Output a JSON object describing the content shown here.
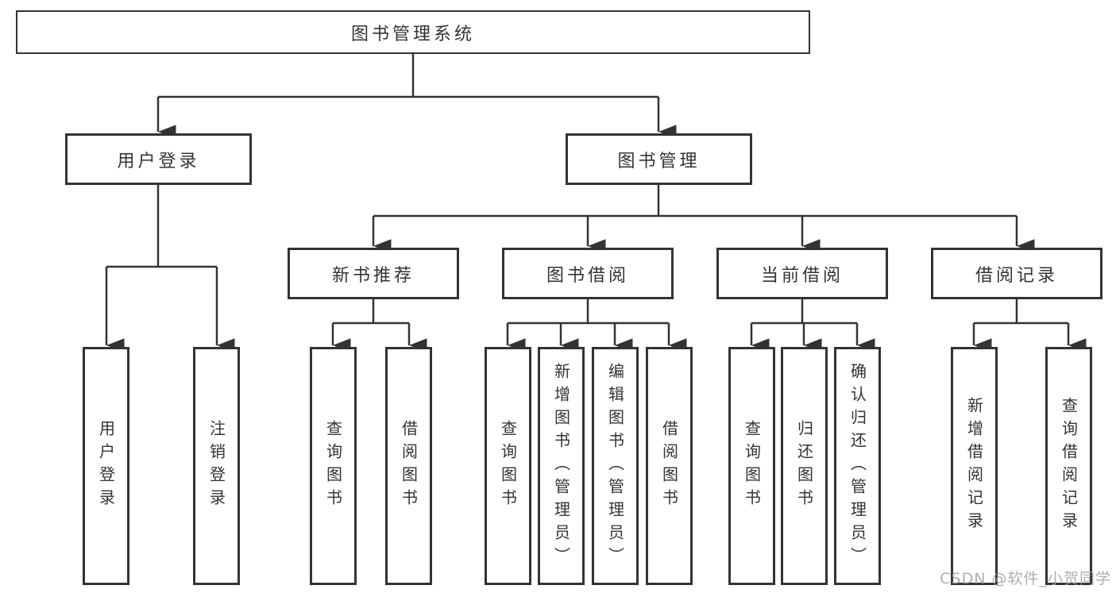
{
  "watermark": "CSDN @软件_小贺同学",
  "colors": {
    "line": "#333333",
    "box_border": "#333333",
    "box_fill": "#ffffff",
    "text": "#333333",
    "watermark": "#a2a0a0",
    "background": "#ffffff"
  },
  "diagram": {
    "type": "tree",
    "root": {
      "label": "图书管理系统",
      "children": [
        {
          "label": "用户登录",
          "children": [
            {
              "label": "用户登录"
            },
            {
              "label": "注销登录"
            }
          ]
        },
        {
          "label": "图书管理",
          "children": [
            {
              "label": "新书推荐",
              "children": [
                {
                  "label": "查询图书"
                },
                {
                  "label": "借阅图书"
                }
              ]
            },
            {
              "label": "图书借阅",
              "children": [
                {
                  "label": "查询图书"
                },
                {
                  "label": "新增图书（管理员）"
                },
                {
                  "label": "编辑图书（管理员）"
                },
                {
                  "label": "借阅图书"
                }
              ]
            },
            {
              "label": "当前借阅",
              "children": [
                {
                  "label": "查询图书"
                },
                {
                  "label": "归还图书"
                },
                {
                  "label": "确认归还（管理员）"
                }
              ]
            },
            {
              "label": "借阅记录",
              "children": [
                {
                  "label": "新增借阅记录"
                },
                {
                  "label": "查询借阅记录"
                }
              ]
            }
          ]
        }
      ]
    }
  }
}
